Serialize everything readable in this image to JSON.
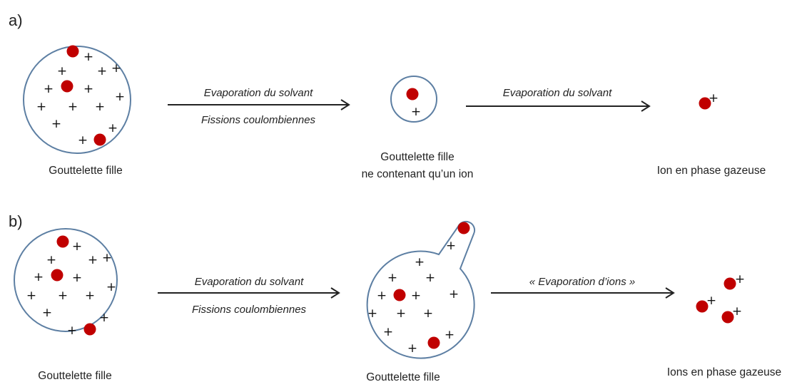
{
  "panels": {
    "a": {
      "letter": "a)",
      "captions": {
        "first": "Gouttelette fille",
        "second_line1": "Gouttelette fille",
        "second_line2": "ne contenant qu’un ion",
        "third": "Ion en phase gazeuse"
      },
      "arrows": {
        "first_top": "Evaporation du solvant",
        "first_bottom": "Fissions coulombiennes",
        "second_top": "Evaporation du solvant"
      }
    },
    "b": {
      "letter": "b)",
      "captions": {
        "first": "Gouttelette fille",
        "second": "Gouttelette fille",
        "third": "Ions en phase gazeuse"
      },
      "arrows": {
        "first_top": "Evaporation du solvant",
        "first_bottom": "Fissions coulombiennes",
        "second_top": "« Evaporation d’ions »"
      }
    }
  },
  "symbols": {
    "charge": "+"
  },
  "colors": {
    "ion": "#c00000",
    "droplet_outline": "#5d7fa3",
    "text": "#222222"
  }
}
